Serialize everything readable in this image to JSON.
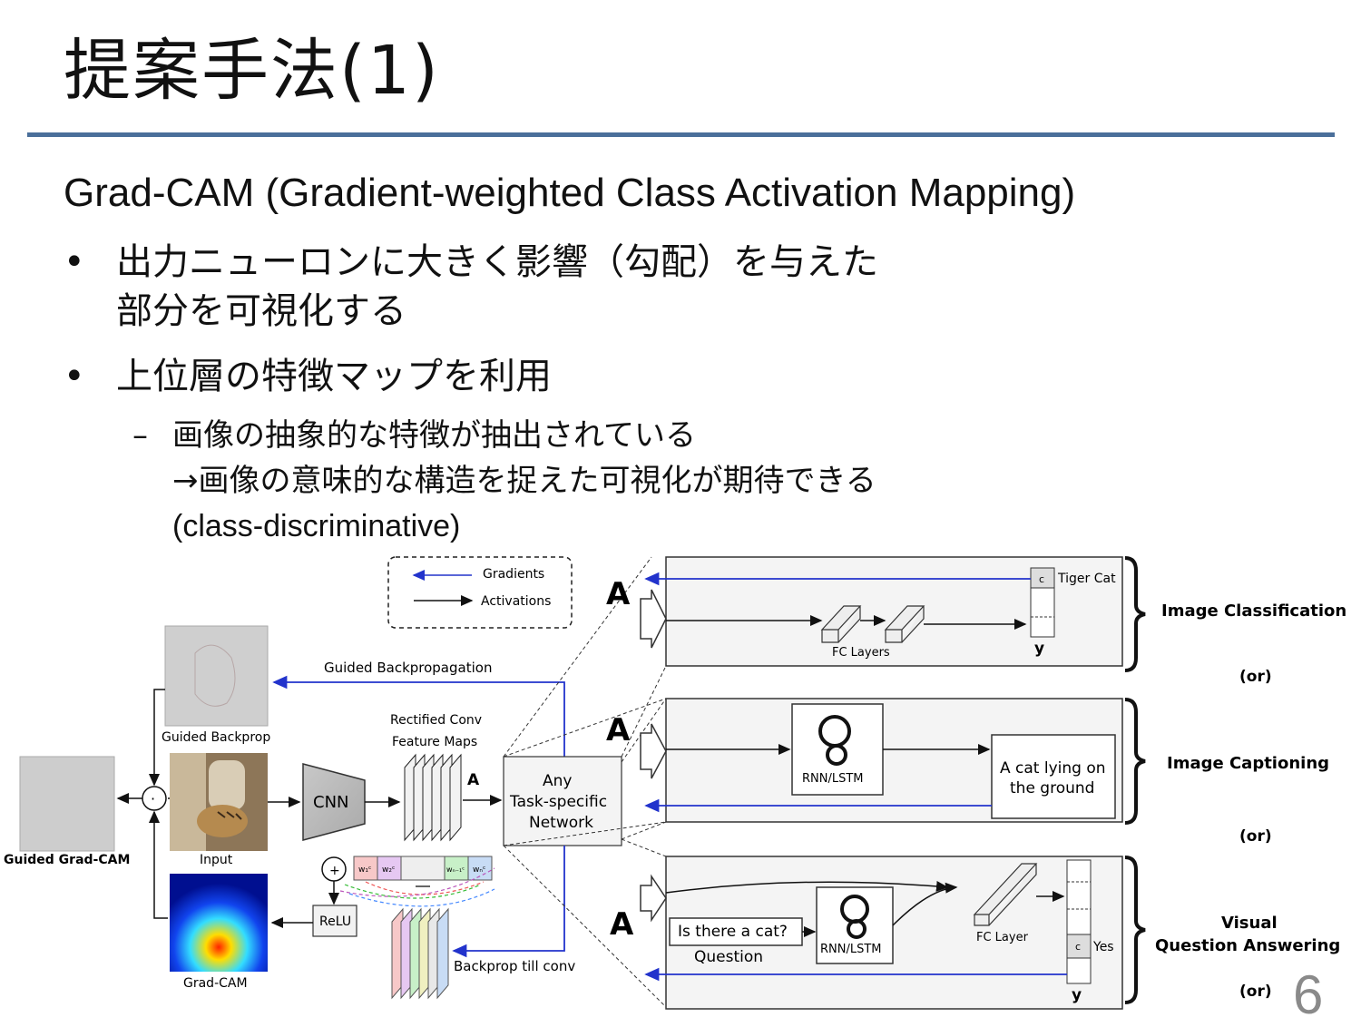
{
  "slide": {
    "title": "提案手法(1)",
    "heading": "Grad-CAM (Gradient-weighted Class Activation Mapping)",
    "bullets": [
      {
        "lines": [
          "出力ニューロンに大きく影響（勾配）を与えた",
          "部分を可視化する"
        ]
      },
      {
        "lines": [
          "上位層の特徴マップを利用"
        ]
      }
    ],
    "sub_bullet_lines": [
      "画像の抽象的な特徴が抽出されている",
      "→画像の意味的な構造を捉えた可視化が期待できる",
      "(class-discriminative)"
    ],
    "bullet_symbol": "•",
    "dash_symbol": "–",
    "page_number": "6"
  },
  "figure": {
    "legend": {
      "gradients": "Gradients",
      "activations": "Activations"
    },
    "left": {
      "guided_backprop_label": "Guided Backpropagation",
      "guided_backprop_image": "Guided Backprop",
      "guided_gradcam": "Guided Grad-CAM",
      "input": "Input",
      "gradcam": "Grad-CAM",
      "cnn": "CNN",
      "rectified_line1": "Rectified Conv",
      "rectified_line2": "Feature Maps",
      "a_label": "A",
      "network_line1": "Any",
      "network_line2": "Task-specific",
      "network_line3": "Network",
      "relu": "ReLU",
      "backprop_till_conv": "Backprop till conv",
      "dot": "·",
      "plus": "+",
      "weights": [
        "w₁ᶜ",
        "w₂ᶜ",
        "wₙ₋₁ᶜ",
        "wₙᶜ"
      ]
    },
    "tasks": {
      "a_label": "A",
      "classification": {
        "class_name": "Tiger Cat",
        "c": "c",
        "fc_layers": "FC Layers",
        "y": "y",
        "label": "Image Classification"
      },
      "captioning": {
        "rnn": "RNN/LSTM",
        "caption_line1": "A cat lying on",
        "caption_line2": "the ground",
        "label": "Image Captioning"
      },
      "vqa": {
        "question": "Is there a cat?",
        "question_label": "Question",
        "rnn": "RNN/LSTM",
        "fc_layer": "FC Layer",
        "c": "c",
        "answer": "Yes",
        "y": "y",
        "label_line1": "Visual",
        "label_line2": "Question Answering"
      },
      "or": "(or)"
    },
    "colors": {
      "gradient": "#2233cc",
      "activation": "#111111",
      "rule": "#4a6f9a"
    }
  }
}
